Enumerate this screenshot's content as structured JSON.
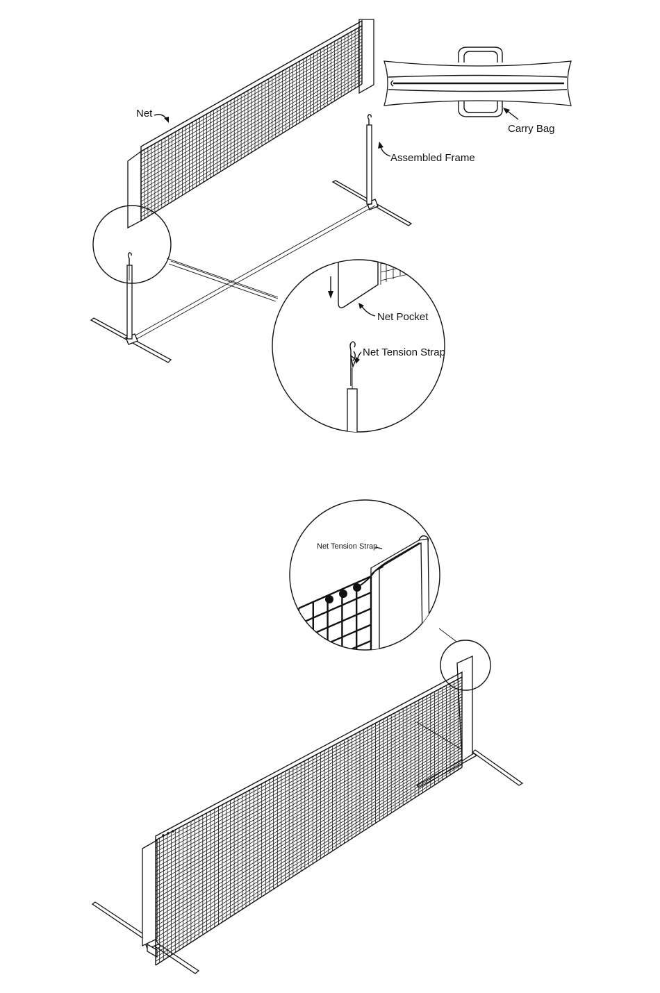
{
  "labels": {
    "net": "Net",
    "carry_bag": "Carry Bag",
    "assembled_frame": "Assembled Frame",
    "net_pocket": "Net Pocket",
    "net_tension_strap": "Net Tension Strap",
    "net_tension_strap_small": "Net Tension Strap"
  },
  "colors": {
    "ink": "#111111",
    "paper": "#ffffff"
  }
}
